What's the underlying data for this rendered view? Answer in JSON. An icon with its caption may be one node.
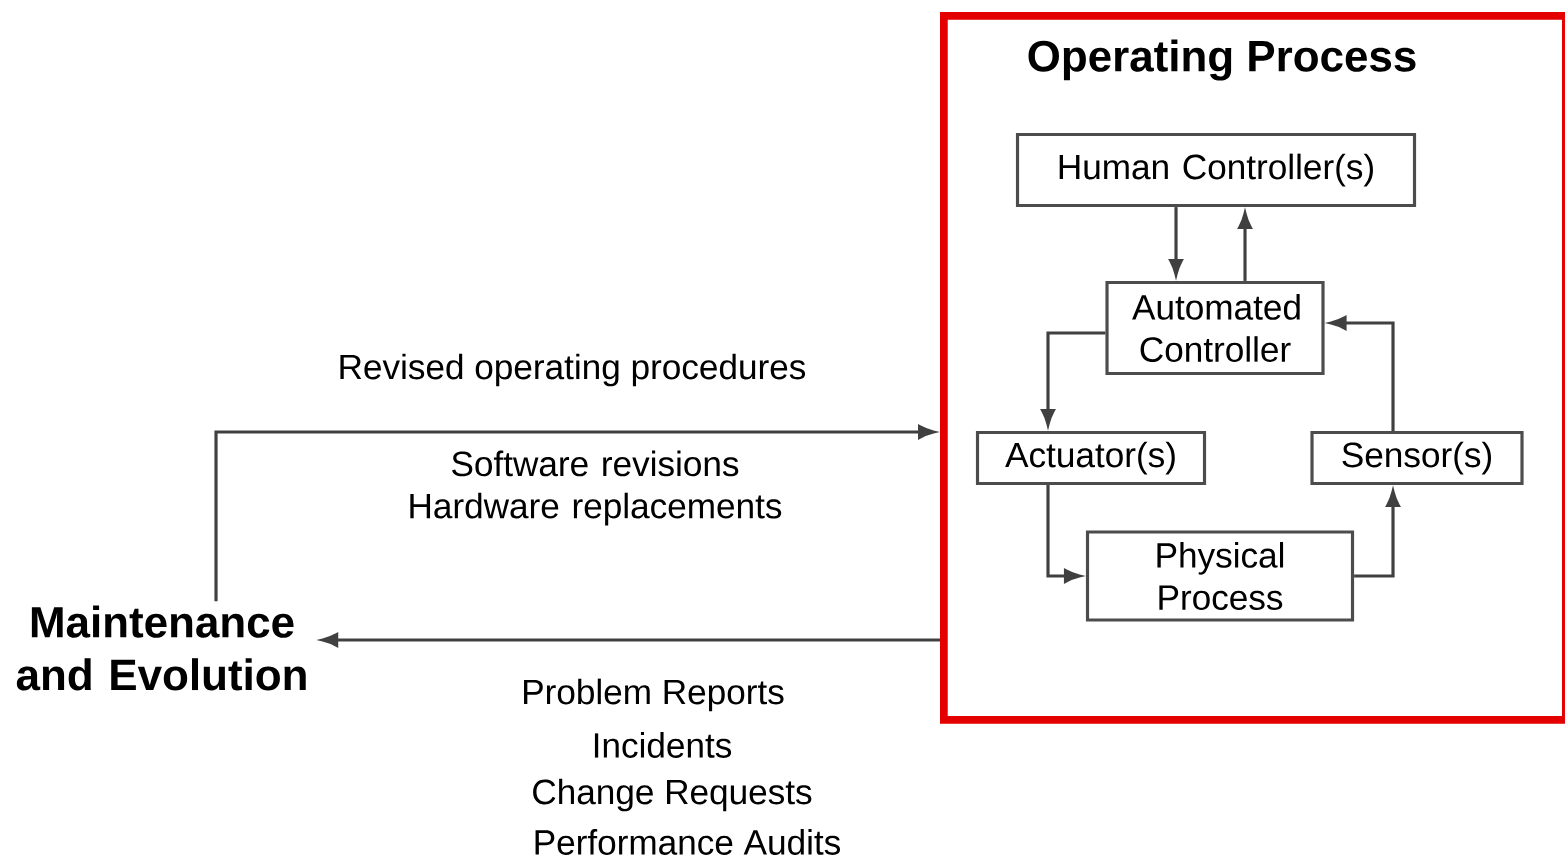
{
  "diagram": {
    "nodes": [
      {
        "text": [
          "Operating Process"
        ]
      },
      {
        "text": [
          "Human Controller(s)"
        ],
        "in": 0
      },
      {
        "text": [
          "Automated Controller"
        ],
        "in": 0
      },
      {
        "text": [
          "Actuator(s)"
        ],
        "in": 0
      },
      {
        "text": [
          "Sensor(s)"
        ],
        "in": 0
      },
      {
        "text": [
          "Physical Process"
        ],
        "in": 0
      },
      {
        "text": [
          "Maintenance and Evolution"
        ]
      }
    ],
    "edges": [
      {
        "from": 1,
        "to": 2,
        "arrow": "to"
      },
      {
        "from": 2,
        "to": 1,
        "arrow": "to"
      },
      {
        "from": 2,
        "to": 3,
        "arrow": "to"
      },
      {
        "from": 3,
        "to": 5,
        "arrow": "to"
      },
      {
        "from": 5,
        "to": 4,
        "arrow": "to"
      },
      {
        "from": 4,
        "to": 2,
        "arrow": "to"
      },
      {
        "from": 6,
        "to": 0,
        "arrow": "to",
        "label": "Revised operating procedures"
      },
      {
        "from": 0,
        "to": 6,
        "arrow": "to"
      }
    ],
    "labels": [
      "Software revisions Hardware replacements",
      "Problem Reports",
      "Incidents",
      "Change Requests",
      "Performance Audits"
    ]
  }
}
